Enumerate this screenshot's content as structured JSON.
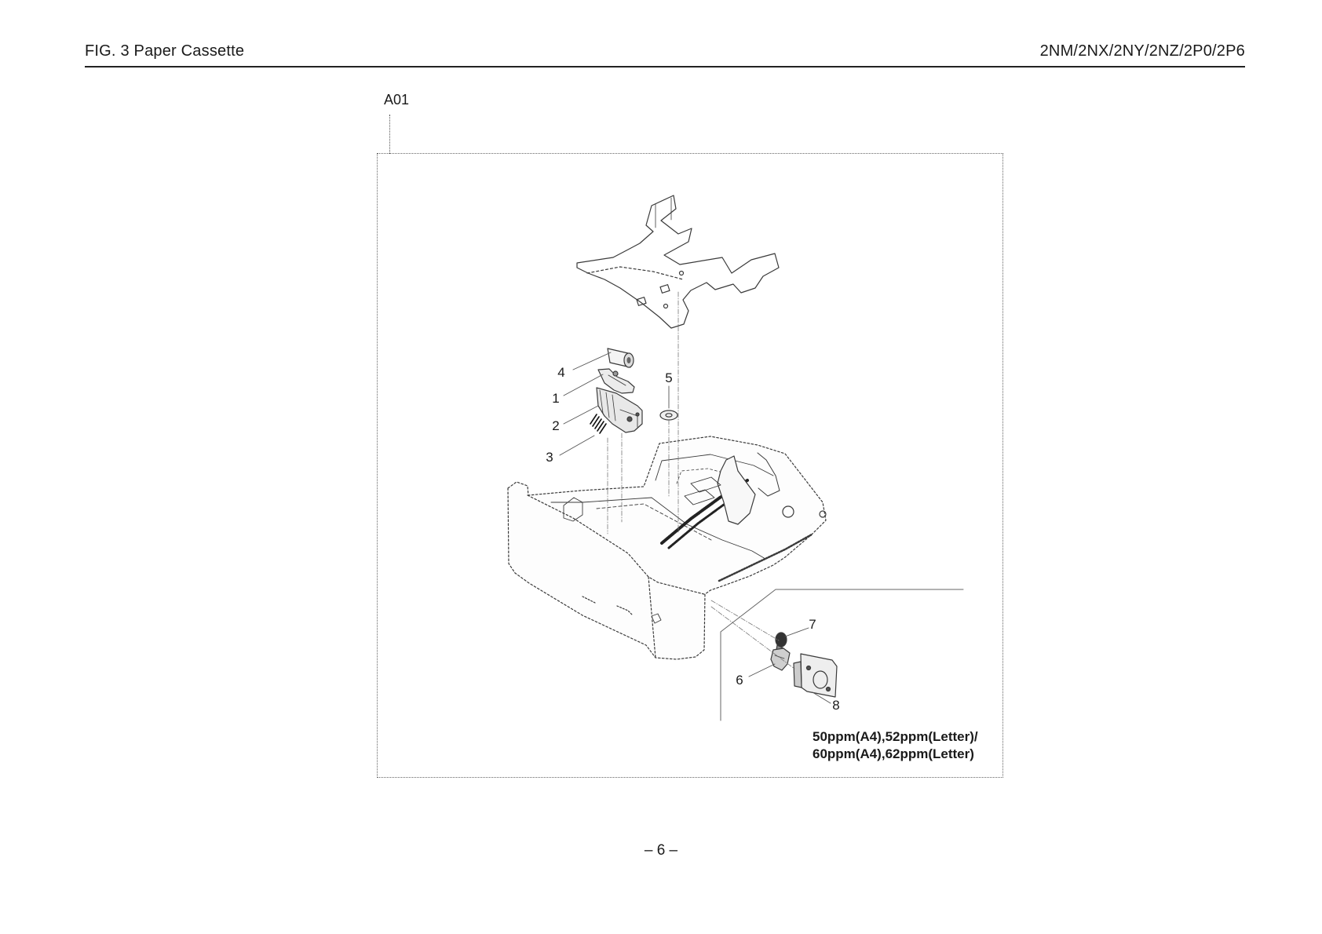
{
  "header": {
    "title": "FIG.  3  Paper Cassette",
    "models": "2NM/2NX/2NY/2NZ/2P0/2P6"
  },
  "diagram": {
    "reference": "A01",
    "callouts": [
      "1",
      "2",
      "3",
      "4",
      "5",
      "6",
      "7",
      "8"
    ],
    "note_lines": [
      "50ppm(A4),52ppm(Letter)/",
      "60ppm(A4),62ppm(Letter)"
    ]
  },
  "footer": {
    "page": "– 6 –"
  }
}
